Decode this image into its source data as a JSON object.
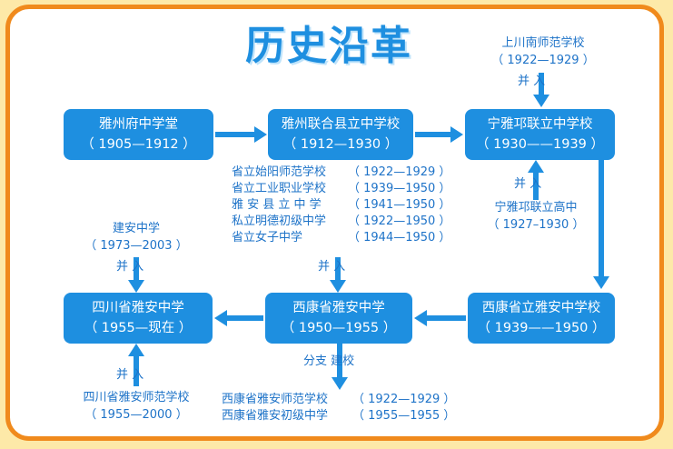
{
  "title": "历史沿革",
  "boxes": {
    "yazhoufu": {
      "name": "雅州府中学堂",
      "years": "（ 1905—1912 ）"
    },
    "yazhoulianhe": {
      "name": "雅州联合县立中学校",
      "years": "（ 1912—1930 ）"
    },
    "ningyaqiong": {
      "name": "宁雅邛联立中学校",
      "years": "（ 1930——1939 ）"
    },
    "xikangshengli": {
      "name": "西康省立雅安中学校",
      "years": "（ 1939——1950 ）"
    },
    "xikangya": {
      "name": "西康省雅安中学",
      "years": "（ 1950—1955 ）"
    },
    "sichuanya": {
      "name": "四川省雅安中学",
      "years": "（ 1955—现在 ）"
    }
  },
  "labels": {
    "shangchuan_name": "上川南师范学校",
    "shangchuan_years": "（ 1922—1929 ）",
    "bingru": "并  入",
    "ningya_gaozhong_name": "宁雅邛联立高中",
    "ningya_gaozhong_years": "（ 1927–1930 ）",
    "jianan_name": "建安中学",
    "jianan_years": "（ 1973—2003 ）",
    "sichuan_shifan_name": "四川省雅安师范学校",
    "sichuan_shifan_years": "（ 1955—2000 ）",
    "fenzhi": "分支    建校"
  },
  "merged_1950": [
    {
      "name": "省立始阳师范学校",
      "years": "（ 1922—1929 ）"
    },
    {
      "name": "省立工业职业学校",
      "years": "（ 1939—1950 ）"
    },
    {
      "name": "雅 安 县 立 中 学",
      "years": "（  1941—1950 ）"
    },
    {
      "name": "私立明德初级中学",
      "years": "（ 1922—1950 ）"
    },
    {
      "name": "省立女子中学",
      "years": "（ 1944—1950 ）"
    }
  ],
  "branches_1955": [
    {
      "name": "西康省雅安师范学校",
      "years": "（ 1922—1929 ）"
    },
    {
      "name": "西康省雅安初级中学",
      "years": "（ 1955—1955 ）"
    }
  ],
  "colors": {
    "accent": "#1e8fe0",
    "frame": "#f08a1c",
    "background": "#fde9a8"
  }
}
